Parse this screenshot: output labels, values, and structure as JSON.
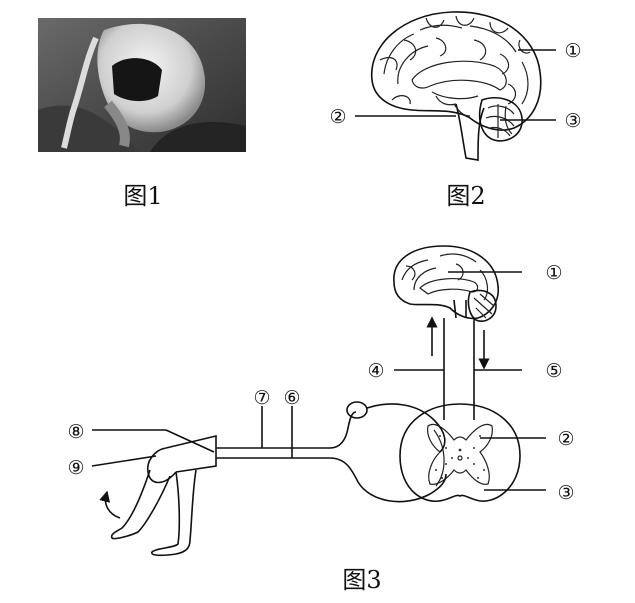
{
  "figures": {
    "fig1": {
      "caption": "图1"
    },
    "fig2": {
      "caption": "图2",
      "labels": [
        "①",
        "②",
        "③"
      ]
    },
    "fig3": {
      "caption": "图3",
      "labels": [
        "①",
        "②",
        "③",
        "④",
        "⑤",
        "⑥",
        "⑦",
        "⑧",
        "⑨"
      ]
    }
  }
}
